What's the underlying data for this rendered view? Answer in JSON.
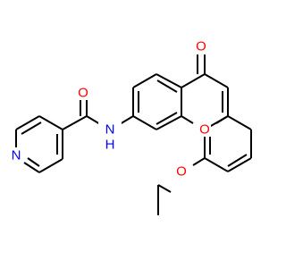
{
  "colors": {
    "bond": "#000000",
    "oxygen": "#ff0000",
    "nitrogen": "#0000ff",
    "background": "#ffffff"
  },
  "atoms": {
    "amide_oxygen": "O",
    "amide_nitrogen": "N",
    "amide_hydrogen": "H",
    "pyridine_nitrogen": "N",
    "ketone_oxygen": "O",
    "ring_oxygen": "O",
    "ether_oxygen": "O"
  }
}
